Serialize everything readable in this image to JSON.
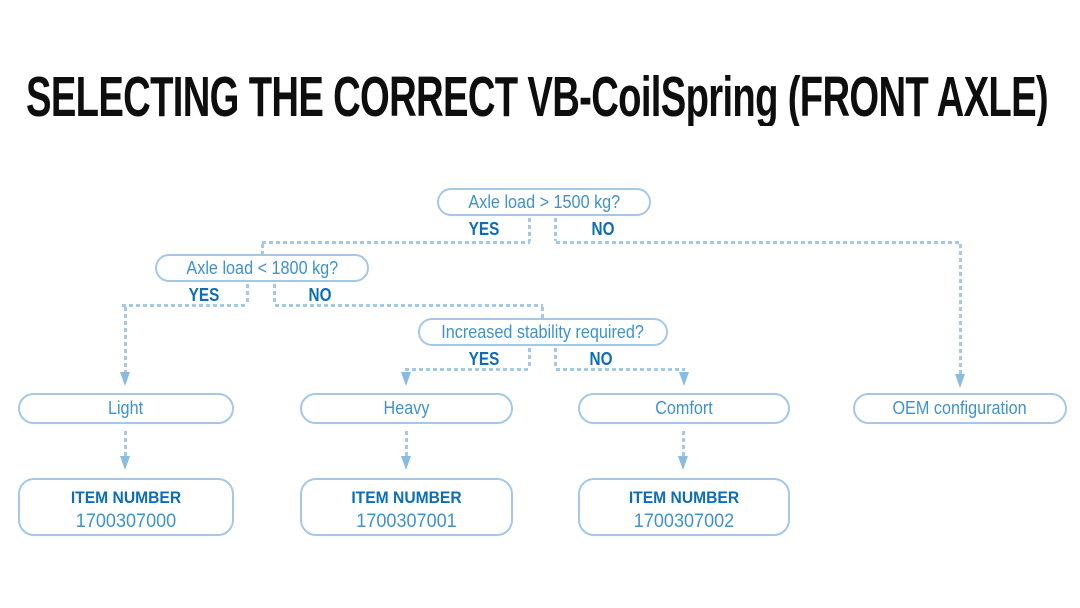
{
  "page": {
    "title": "SELECTING THE CORRECT VB-CoilSpring (FRONT AXLE)",
    "background": "#ffffff"
  },
  "colors": {
    "title_text": "#0e0e0e",
    "node_border": "#a6c8e8",
    "node_text": "#3f92cc",
    "decision_label": "#0d6eb7",
    "connector": "#a6c8e8",
    "arrow": "#8abbe0",
    "page_bg": "#ffffff"
  },
  "flowchart": {
    "decisions": [
      {
        "question": "Axle load > 1500 kg?",
        "yes_label": "YES",
        "no_label": "NO"
      },
      {
        "question": "Axle load < 1800 kg?",
        "yes_label": "YES",
        "no_label": "NO"
      },
      {
        "question": "Increased stability required?",
        "yes_label": "YES",
        "no_label": "NO"
      }
    ],
    "outcomes": [
      {
        "label": "Light",
        "item_number_label": "ITEM NUMBER",
        "item_number": "1700307000"
      },
      {
        "label": "Heavy",
        "item_number_label": "ITEM NUMBER",
        "item_number": "1700307001"
      },
      {
        "label": "Comfort",
        "item_number_label": "ITEM NUMBER",
        "item_number": "1700307002"
      },
      {
        "label": "OEM configuration"
      }
    ]
  }
}
